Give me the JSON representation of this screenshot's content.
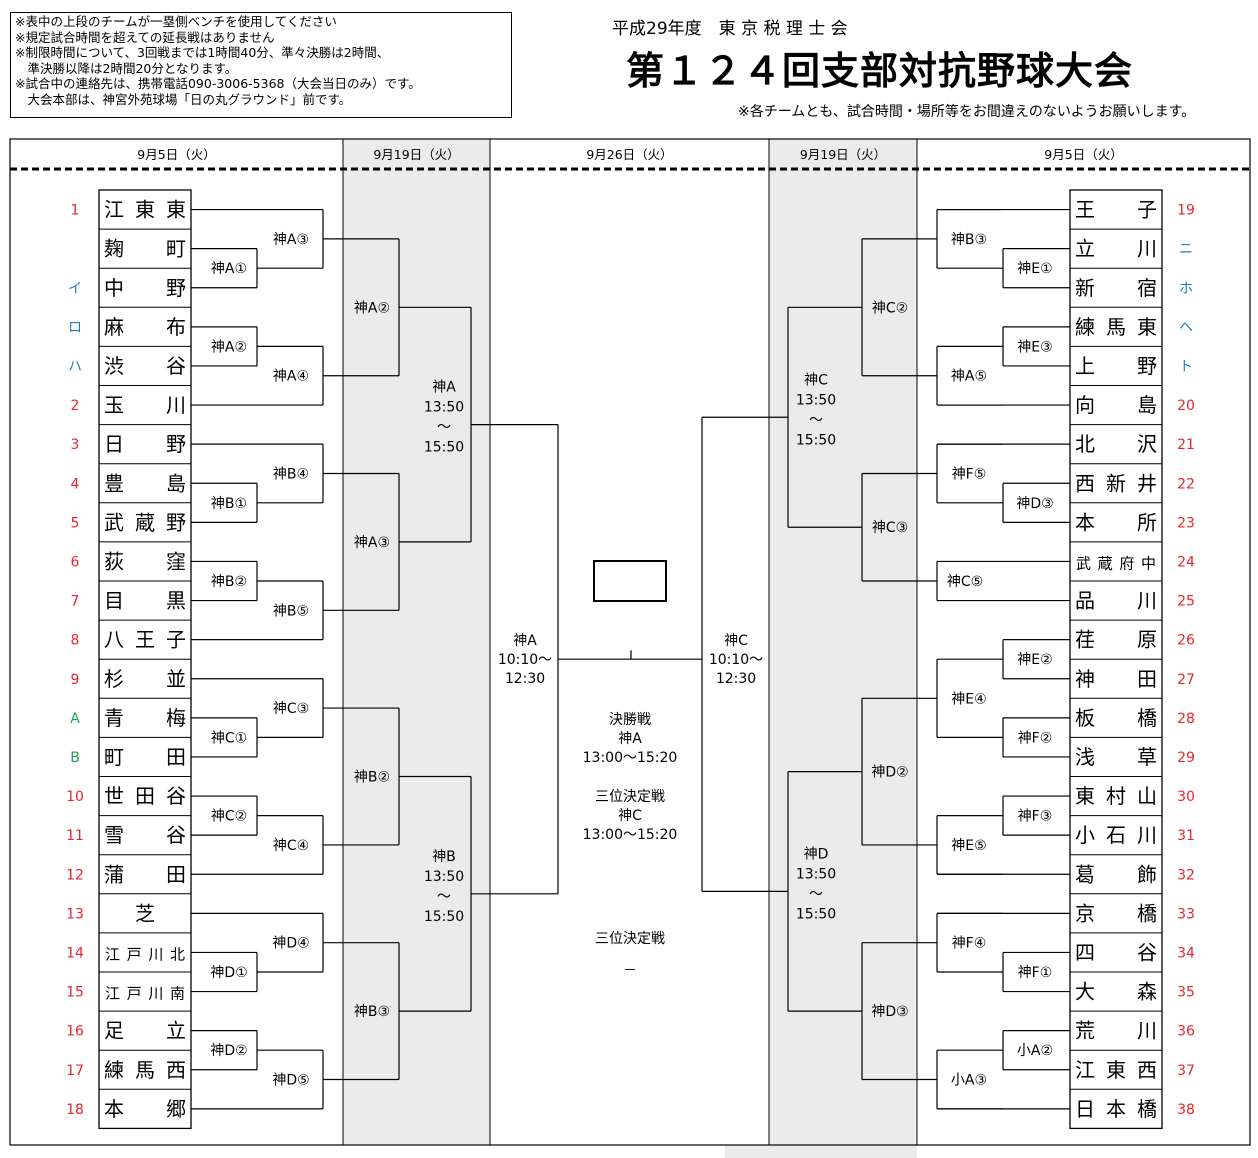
{
  "header": {
    "notes": [
      "※表中の上段のチームが一塁側ベンチを使用してください",
      "※規定試合時間を超えての延長戦はありません",
      "※制限時間について、3回戦までは1時間40分、準々決勝は2時間、",
      "　準決勝以降は2時間20分となります。",
      "※試合中の連絡先は、携帯電話090-3006-5368（大会当日のみ）です。",
      "　大会本部は、神宮外苑球場「日の丸グラウンド」前です。"
    ],
    "era_title": "平成29年度　東 京 税 理 士 会",
    "main_title": "第１２４回支部対抗野球大会",
    "notice": "※各チームとも、試合時間・場所等をお間違えのないようお願いします。"
  },
  "dates": [
    "9月5日（火）",
    "9月19日（火）",
    "9月26日（火）",
    "9月19日（火）",
    "9月5日（火）"
  ],
  "left_teams": [
    {
      "no": "1",
      "name": "江 東 東",
      "color": "#e8262c"
    },
    {
      "no": "",
      "name": "麹　　町",
      "color": "#e8262c"
    },
    {
      "no": "イ",
      "name": "中　　野",
      "color": "#1f7fc2"
    },
    {
      "no": "ロ",
      "name": "麻　　布",
      "color": "#1f7fc2"
    },
    {
      "no": "ハ",
      "name": "渋　　谷",
      "color": "#1f7fc2"
    },
    {
      "no": "2",
      "name": "玉　　川",
      "color": "#e8262c"
    },
    {
      "no": "3",
      "name": "日　　野",
      "color": "#e8262c"
    },
    {
      "no": "4",
      "name": "豊　　島",
      "color": "#e8262c"
    },
    {
      "no": "5",
      "name": "武 蔵 野",
      "color": "#e8262c"
    },
    {
      "no": "6",
      "name": "荻　　窪",
      "color": "#e8262c"
    },
    {
      "no": "7",
      "name": "目　　黒",
      "color": "#e8262c"
    },
    {
      "no": "8",
      "name": "八 王 子",
      "color": "#e8262c"
    },
    {
      "no": "9",
      "name": "杉　　並",
      "color": "#e8262c"
    },
    {
      "no": "A",
      "name": "青　　梅",
      "color": "#1aa84a"
    },
    {
      "no": "B",
      "name": "町　　田",
      "color": "#1aa84a"
    },
    {
      "no": "10",
      "name": "世 田 谷",
      "color": "#e8262c"
    },
    {
      "no": "11",
      "name": "雪　　谷",
      "color": "#e8262c"
    },
    {
      "no": "12",
      "name": "蒲　　田",
      "color": "#e8262c"
    },
    {
      "no": "13",
      "name": "芝",
      "color": "#e8262c"
    },
    {
      "no": "14",
      "name": "江 戸 川 北",
      "color": "#e8262c"
    },
    {
      "no": "15",
      "name": "江 戸 川 南",
      "color": "#e8262c"
    },
    {
      "no": "16",
      "name": "足　　立",
      "color": "#e8262c"
    },
    {
      "no": "17",
      "name": "練 馬 西",
      "color": "#e8262c"
    },
    {
      "no": "18",
      "name": "本　　郷",
      "color": "#e8262c"
    }
  ],
  "right_teams": [
    {
      "no": "19",
      "name": "王　　子",
      "color": "#e8262c"
    },
    {
      "no": "ニ",
      "name": "立　　川",
      "color": "#1f7fc2"
    },
    {
      "no": "ホ",
      "name": "新　　宿",
      "color": "#1f7fc2"
    },
    {
      "no": "ヘ",
      "name": "練 馬 東",
      "color": "#1f7fc2"
    },
    {
      "no": "ト",
      "name": "上　　野",
      "color": "#1f7fc2"
    },
    {
      "no": "20",
      "name": "向　　島",
      "color": "#e8262c"
    },
    {
      "no": "21",
      "name": "北　　沢",
      "color": "#e8262c"
    },
    {
      "no": "22",
      "name": "西 新 井",
      "color": "#e8262c"
    },
    {
      "no": "23",
      "name": "本　　所",
      "color": "#e8262c"
    },
    {
      "no": "24",
      "name": "武 蔵 府 中",
      "color": "#e8262c"
    },
    {
      "no": "25",
      "name": "品　　川",
      "color": "#e8262c"
    },
    {
      "no": "26",
      "name": "荏　　原",
      "color": "#e8262c"
    },
    {
      "no": "27",
      "name": "神　　田",
      "color": "#e8262c"
    },
    {
      "no": "28",
      "name": "板　　橋",
      "color": "#e8262c"
    },
    {
      "no": "29",
      "name": "浅　　草",
      "color": "#e8262c"
    },
    {
      "no": "30",
      "name": "東 村 山",
      "color": "#e8262c"
    },
    {
      "no": "31",
      "name": "小 石 川",
      "color": "#e8262c"
    },
    {
      "no": "32",
      "name": "葛　　飾",
      "color": "#e8262c"
    },
    {
      "no": "33",
      "name": "京　　橋",
      "color": "#e8262c"
    },
    {
      "no": "34",
      "name": "四　　谷",
      "color": "#e8262c"
    },
    {
      "no": "35",
      "name": "大　　森",
      "color": "#e8262c"
    },
    {
      "no": "36",
      "name": "荒　　川",
      "color": "#e8262c"
    },
    {
      "no": "37",
      "name": "江 東 西",
      "color": "#e8262c"
    },
    {
      "no": "38",
      "name": "日 本 橋",
      "color": "#e8262c"
    }
  ],
  "match_labels": {
    "left_r1": [
      "神A①",
      "神A②",
      "神B①",
      "神B②",
      "神C①",
      "神C②",
      "神D①",
      "神D②"
    ],
    "left_r2": [
      "神A③",
      "神A④",
      "神B④",
      "神B⑤",
      "神C③",
      "神C④",
      "神D④",
      "神D⑤"
    ],
    "left_r3": [
      "神A②",
      "神A③",
      "神B②",
      "神B③"
    ],
    "right_r1": [
      "神E①",
      "神E③",
      "神D③",
      "神C⑤",
      "神E②",
      "神F②",
      "神F③",
      "神F①",
      "小A②"
    ],
    "right_r2": [
      "神B③",
      "神A⑤",
      "神F⑤",
      "神E④",
      "神E⑤",
      "神F④",
      "小A③"
    ],
    "right_r3": [
      "神C②",
      "神C③",
      "神D②",
      "神D③"
    ]
  },
  "semis": {
    "left_top": [
      "神A",
      "13:50",
      "～",
      "15:50"
    ],
    "left_bottom": [
      "神B",
      "13:50",
      "～",
      "15:50"
    ],
    "right_top": [
      "神C",
      "13:50",
      "～",
      "15:50"
    ],
    "right_bottom": [
      "神D",
      "13:50",
      "～",
      "15:50"
    ]
  },
  "finals": {
    "left": [
      "神A",
      "10:10～",
      "12:30"
    ],
    "right": [
      "神C",
      "10:10～",
      "12:30"
    ]
  },
  "center_info": {
    "final": [
      "決勝戦",
      "神A",
      "13:00～15:20"
    ],
    "third_place": [
      "三位決定戦",
      "神C",
      "13:00～15:20"
    ],
    "third_place_result": [
      "三位決定戦",
      "－"
    ]
  },
  "colors": {
    "red": "#e8262c",
    "blue": "#1f7fc2",
    "green": "#1aa84a",
    "shade": "#ebebeb"
  }
}
